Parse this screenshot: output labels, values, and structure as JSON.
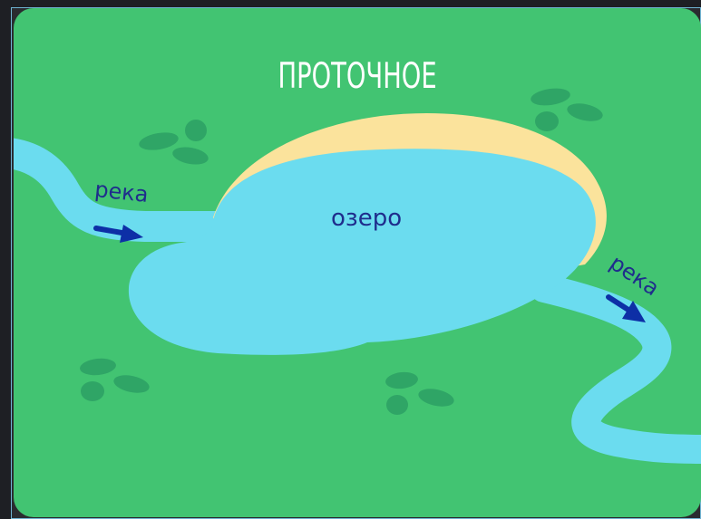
{
  "diagram": {
    "title": "ПРОТОЧНОЕ",
    "lake_label": "озеро",
    "inflow_label": "река",
    "outflow_label": "река"
  },
  "colors": {
    "background": "#42c472",
    "water": "#6bdcef",
    "shore": "#fbe39c",
    "arrow": "#0d2fa6",
    "grass": "#2fa566",
    "text": "#1f2d8c"
  }
}
